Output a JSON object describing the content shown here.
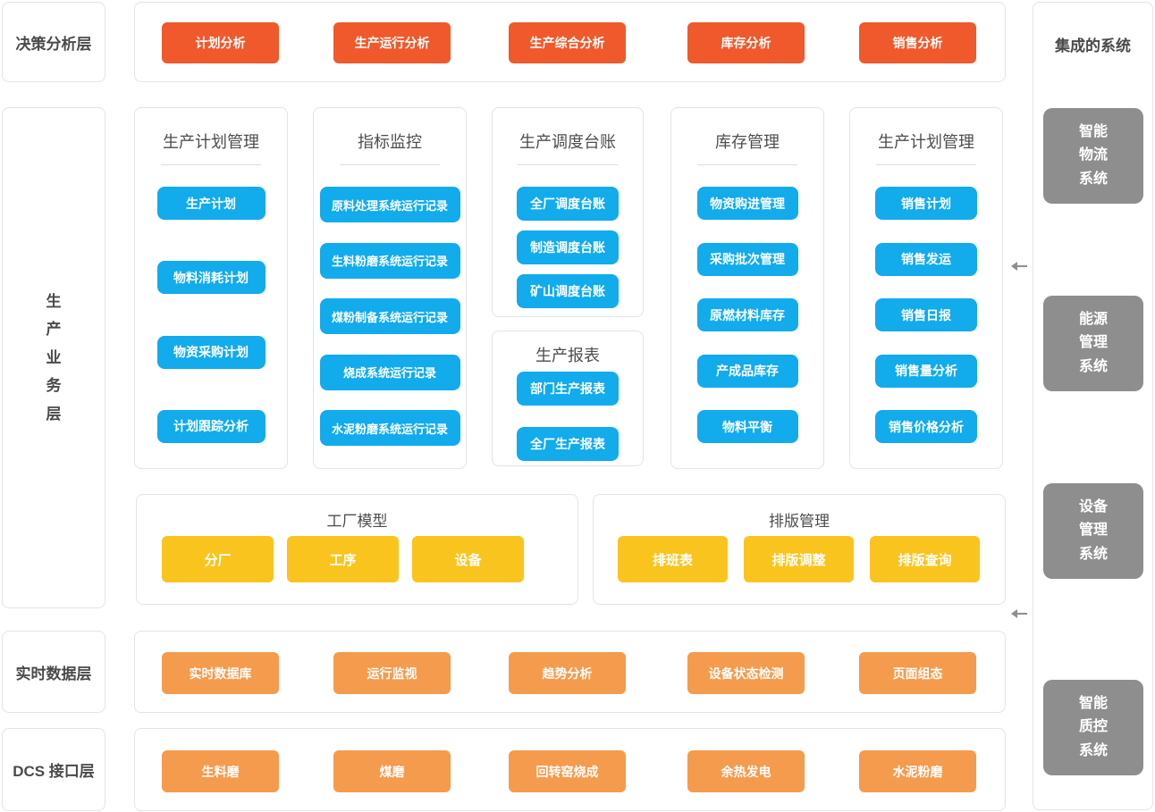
{
  "left_layers": {
    "decision_label": "决策分析层",
    "business_label": "生产业务层",
    "business_chars": [
      "生",
      "产",
      "业",
      "务",
      "层"
    ],
    "realtime_label": "实时数据层",
    "dcs_label": "DCS 接口层"
  },
  "decision_buttons": [
    "计划分析",
    "生产运行分析",
    "生产综合分析",
    "库存分析",
    "销售分析"
  ],
  "business_cards": [
    {
      "title": "生产计划管理",
      "items": [
        "生产计划",
        "物料消耗计划",
        "物资采购计划",
        "计划跟踪分析"
      ]
    },
    {
      "title": "指标监控",
      "items": [
        "原料处理系统运行记录",
        "生料粉磨系统运行记录",
        "煤粉制备系统运行记录",
        "烧成系统运行记录",
        "水泥粉磨系统运行记录"
      ]
    },
    {
      "title": "生产调度台账",
      "items": [
        "全厂调度台账",
        "制造调度台账",
        "矿山调度台账"
      ]
    },
    {
      "title": "生产报表",
      "items": [
        "部门生产报表",
        "全厂生产报表"
      ]
    },
    {
      "title": "库存管理",
      "items": [
        "物资购进管理",
        "采购批次管理",
        "原燃材料库存",
        "产成品库存",
        "物料平衡"
      ]
    },
    {
      "title": "生产计划管理",
      "items": [
        "销售计划",
        "销售发运",
        "销售日报",
        "销售量分析",
        "销售价格分析"
      ]
    }
  ],
  "factory_model": {
    "title": "工厂模型",
    "items": [
      "分厂",
      "工序",
      "设备"
    ]
  },
  "layout_mgmt": {
    "title": "排版管理",
    "items": [
      "排班表",
      "排版调整",
      "排版查询"
    ]
  },
  "realtime_buttons": [
    "实时数据库",
    "运行监视",
    "趋势分析",
    "设备状态检测",
    "页面组态"
  ],
  "dcs_buttons": [
    "生料磨",
    "煤磨",
    "回转窑烧成",
    "余热发电",
    "水泥粉磨"
  ],
  "integrated_systems": {
    "title": "集成的系统",
    "systems": [
      {
        "name": "智能物流系统",
        "lines": [
          "智能",
          "物流",
          "系统"
        ]
      },
      {
        "name": "能源管理系统",
        "lines": [
          "能源",
          "管理",
          "系统"
        ]
      },
      {
        "name": "设备管理系统",
        "lines": [
          "设备",
          "管理",
          "系统"
        ]
      },
      {
        "name": "智能质控系统",
        "lines": [
          "智能",
          "质控",
          "系统"
        ]
      }
    ]
  },
  "icons": {
    "flow_arrow": "left-arrow"
  },
  "colors": {
    "decision_button": "#F0592B",
    "module_button": "#12ABEC",
    "model_button": "#FAC41E",
    "data_button": "#F49B4D",
    "system_box": "#8E8E8E",
    "label_text": "#4A4A4A",
    "panel_border": "#E4E4E4",
    "divider": "#DDDDDD",
    "arrow": "#8E8E8E"
  }
}
